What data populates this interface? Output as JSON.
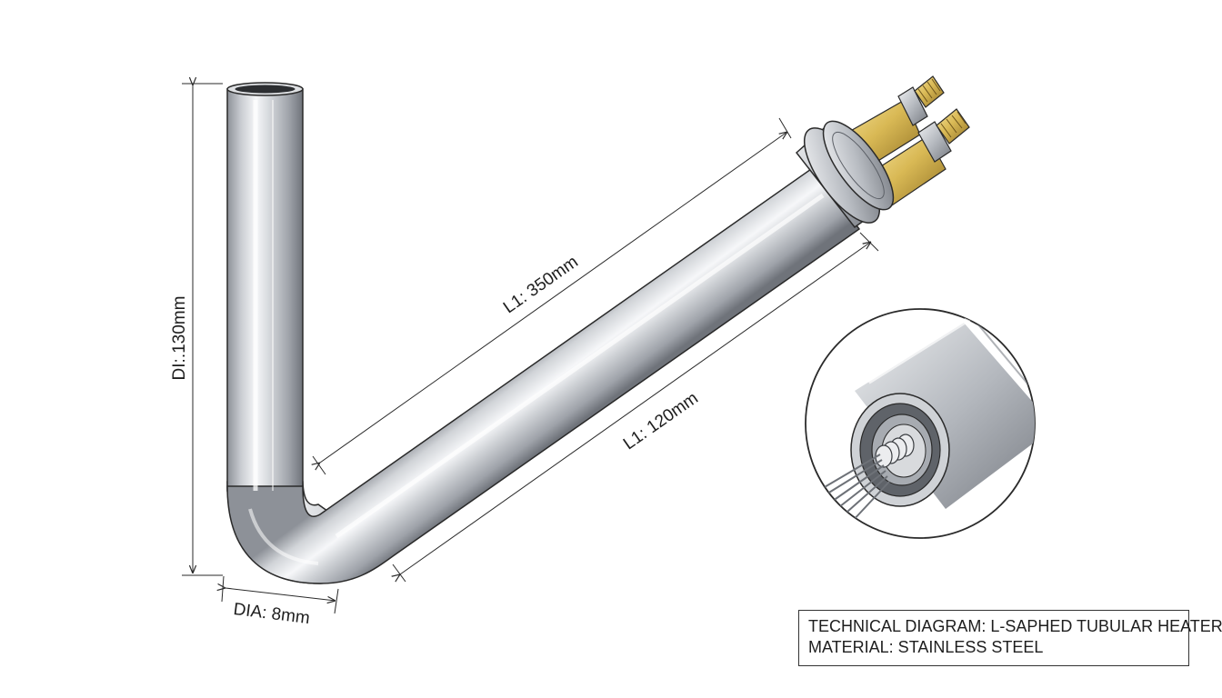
{
  "dimensions": {
    "vertical_length": "DI:.130mm",
    "diameter": "DIA: 8mm",
    "long_length": "L1: 350mm",
    "short_length": "L1: 120mm"
  },
  "caption": {
    "line1": "TECHNICAL DIAGRAM: L-SAPHED TUBULAR HEATER",
    "line2": "MATERIAL: STAINLESS STEEL"
  },
  "colors": {
    "steel_light": "#f4f5f7",
    "steel_mid": "#b9bdc3",
    "steel_dark": "#6f737a",
    "brass_light": "#f3dc8c",
    "brass_dark": "#9a7a28",
    "outline": "#2a2a2a"
  }
}
